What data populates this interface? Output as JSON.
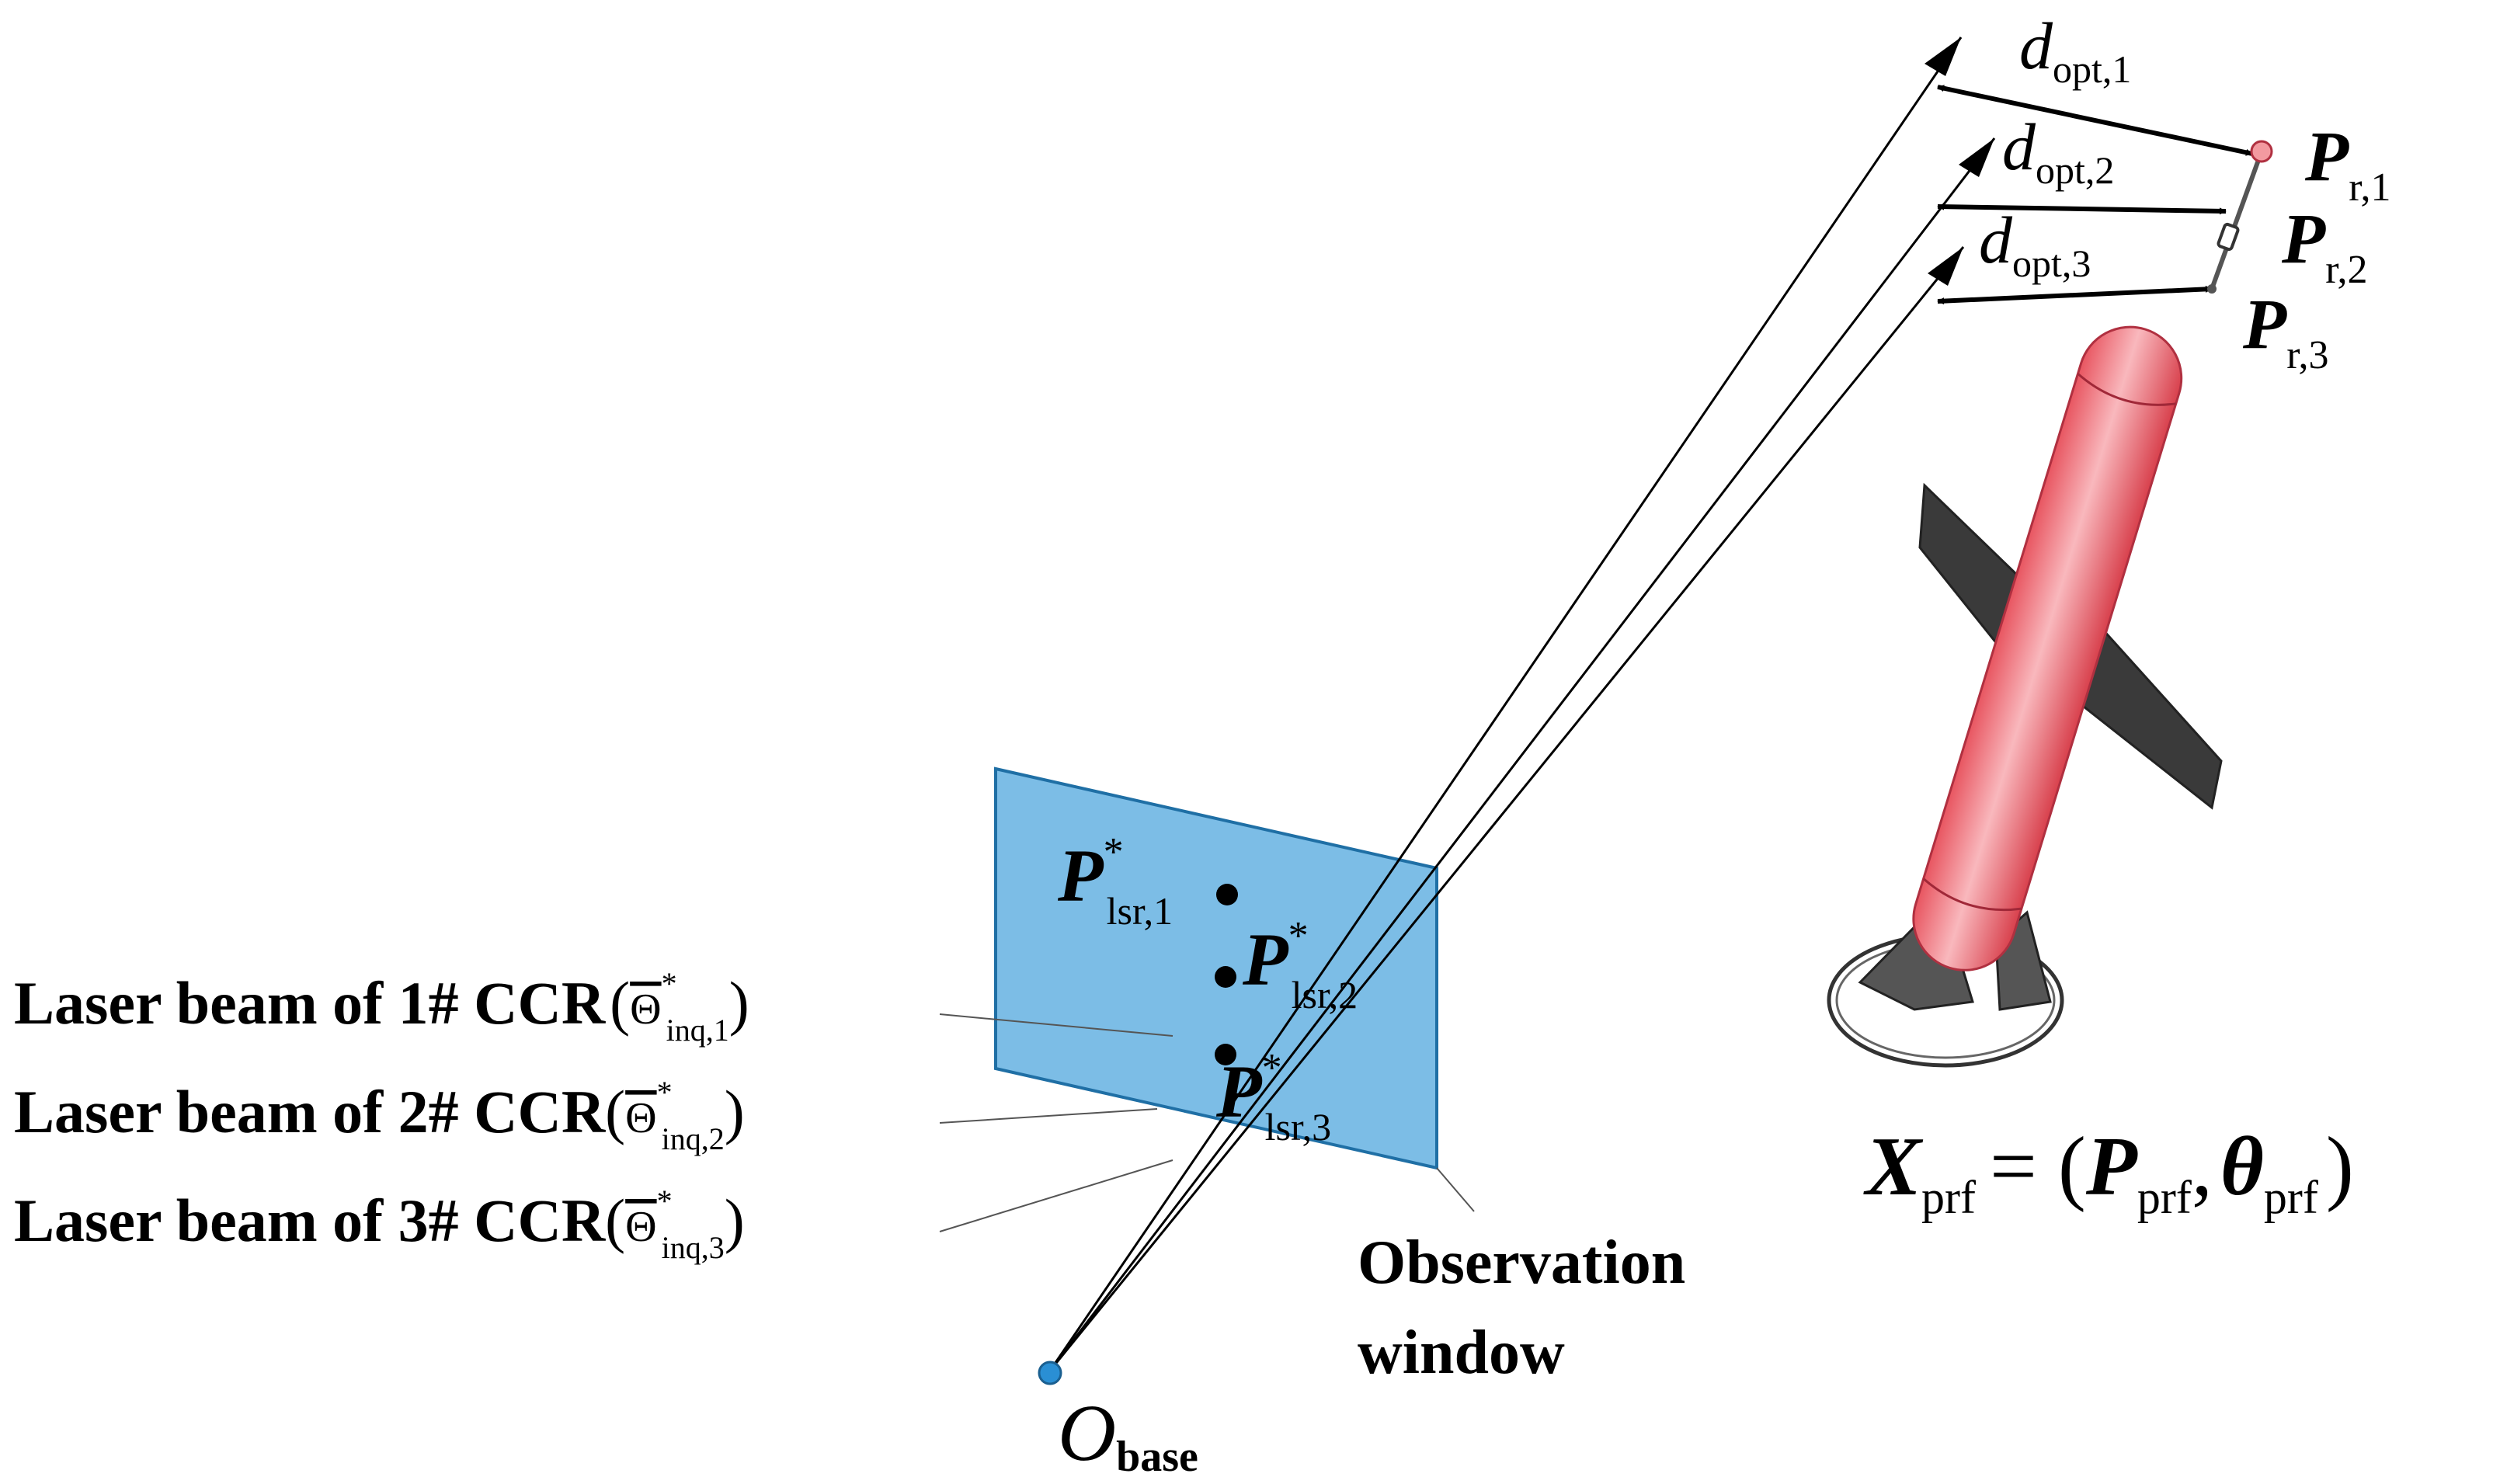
{
  "colors": {
    "window_fill": "#7cbde6",
    "window_stroke": "#1f6fa5",
    "rocket_body": "#f0707a",
    "rocket_highlight": "#f9b8bd",
    "rocket_fin": "#3a3a3a",
    "origin_dot": "#2a8fd4",
    "ink": "#000000"
  },
  "labels": {
    "d_opt_1": {
      "main": "d",
      "sub": "opt,1"
    },
    "d_opt_2": {
      "main": "d",
      "sub": "opt,2"
    },
    "d_opt_3": {
      "main": "d",
      "sub": "opt,3"
    },
    "p_r_1": {
      "main": "P",
      "sub": "r,1"
    },
    "p_r_2": {
      "main": "P",
      "sub": "r,2"
    },
    "p_r_3": {
      "main": "P",
      "sub": "r,3"
    },
    "p_lsr_1": {
      "main": "P",
      "sup": "*",
      "sub": "lsr,1"
    },
    "p_lsr_2": {
      "main": "P",
      "sup": "*",
      "sub": "lsr,2"
    },
    "p_lsr_3": {
      "main": "P",
      "sup": "*",
      "sub": "lsr,3"
    },
    "beam_1": {
      "text": "Laser beam of 1# CCR",
      "open": "(",
      "theta": "Θ",
      "sup": "*",
      "sub": "inq,1",
      "close": ")"
    },
    "beam_2": {
      "text": "Laser beam of 2# CCR",
      "open": "(",
      "theta": "Θ",
      "sup": "*",
      "sub": "inq,2",
      "close": ")"
    },
    "beam_3": {
      "text": "Laser beam of 3# CCR",
      "open": "(",
      "theta": "Θ",
      "sup": "*",
      "sub": "inq,3",
      "close": ")"
    },
    "observation_line1": "Observation",
    "observation_line2": "window",
    "origin": {
      "main": "O",
      "sub": "base"
    },
    "state": {
      "x": "X",
      "x_sub": "prf",
      "eq": "= (",
      "p": "P",
      "p_sub": "prf",
      "comma": ",",
      "theta": "θ",
      "theta_sub": "prf",
      "close": ")"
    }
  }
}
